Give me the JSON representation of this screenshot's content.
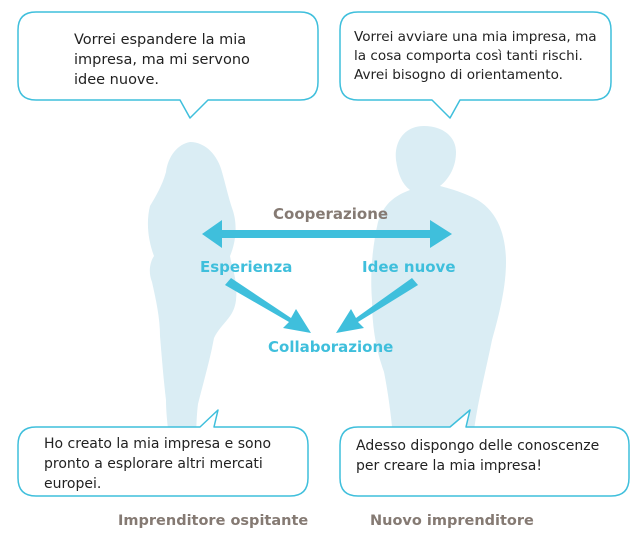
{
  "bubbles": {
    "top_left": "Vorrei espandere la mia impresa, ma mi servono idee nuove.",
    "top_right": "Vorrei avviare una mia impresa, ma la cosa comporta così tanti rischi. Avrei bisogno di orientamento.",
    "bottom_left": "Ho creato la mia impresa e sono pronto a esplorare altri mercati europei.",
    "bottom_right": "Adesso dispongo delle conoscenze per creare la mia impresa!"
  },
  "labels": {
    "cooperation": "Cooperazione",
    "experience": "Esperienza",
    "new_ideas": "Idee nuove",
    "collaboration": "Collaborazione"
  },
  "captions": {
    "host": "Imprenditore ospitante",
    "new": "Nuovo imprenditore"
  },
  "colors": {
    "silhouette": "#daedf4",
    "arrow": "#3fbfdc",
    "bubble_border": "#3fbfdc",
    "grey_text": "#857a73"
  }
}
